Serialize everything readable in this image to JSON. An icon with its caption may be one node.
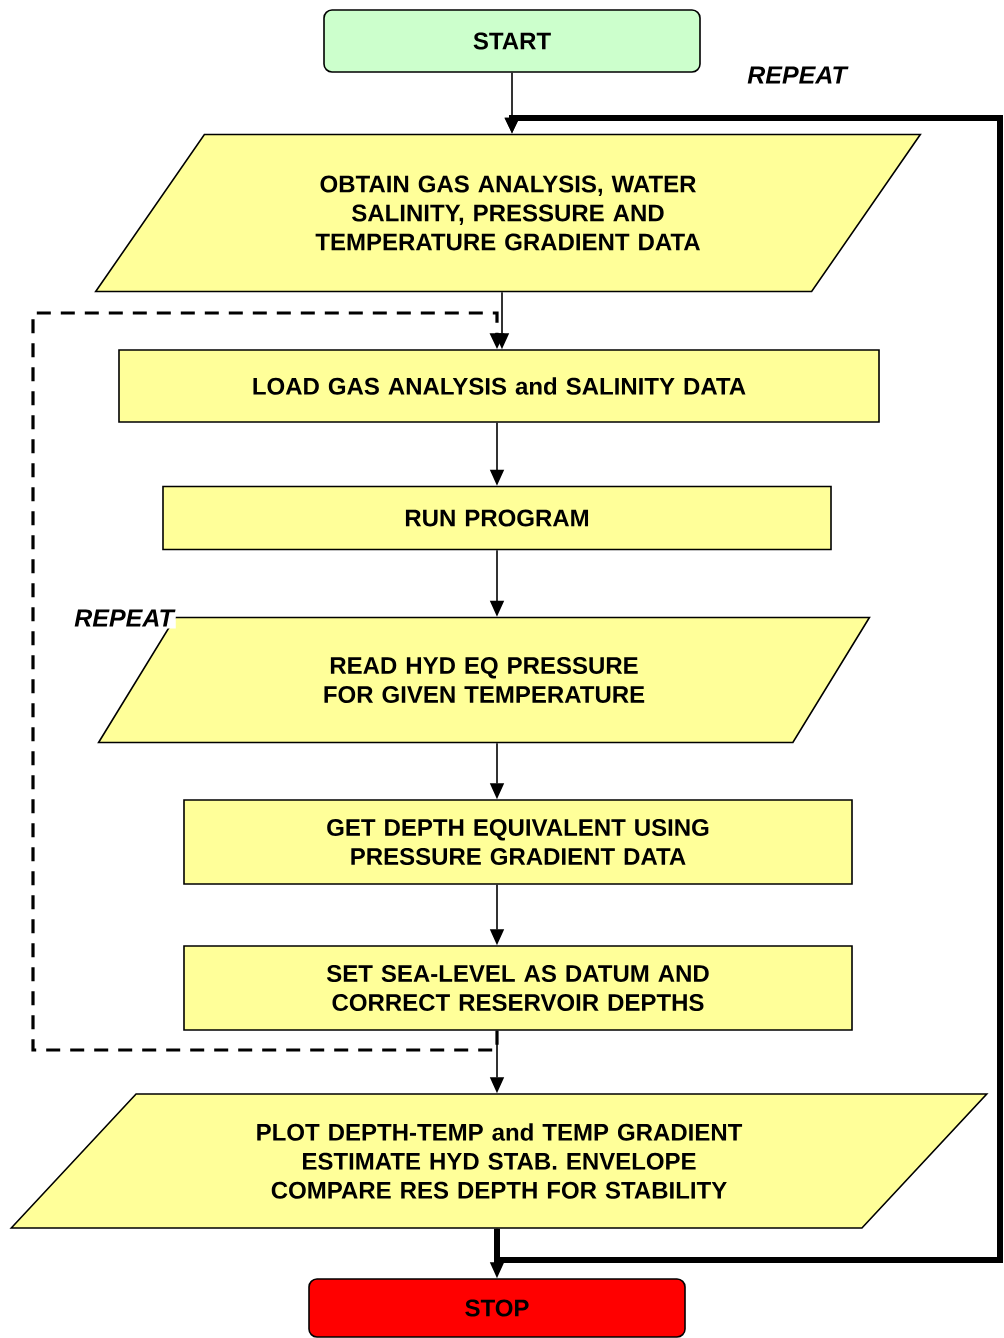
{
  "diagram": {
    "nodes": [
      {
        "text": [
          "START"
        ]
      },
      {
        "text": [
          "OBTAIN GAS ANALYSIS, WATER SALINITY, PRESSURE AND TEMPERATURE GRADIENT DATA"
        ]
      },
      {
        "text": [
          "LOAD GAS ANALYSIS and SALINITY DATA"
        ]
      },
      {
        "text": [
          "RUN PROGRAM"
        ]
      },
      {
        "text": [
          "READ HYD EQ PRESSURE FOR GIVEN TEMPERATURE"
        ]
      },
      {
        "text": [
          "GET DEPTH EQUIVALENT USING PRESSURE GRADIENT DATA"
        ]
      },
      {
        "text": [
          "SET SEA-LEVEL AS DATUM AND CORRECT RESERVOIR DEPTHS"
        ]
      },
      {
        "text": [
          "PLOT DEPTH-TEMP and TEMP GRADIENT ESTIMATE HYD STAB. ENVELOPE COMPARE RES DEPTH FOR STABILITY"
        ]
      },
      {
        "text": [
          "STOP"
        ]
      }
    ],
    "edges": [
      {
        "from": 0,
        "to": 1,
        "arrow": "to"
      },
      {
        "from": 1,
        "to": 2,
        "arrow": "to"
      },
      {
        "from": 2,
        "to": 3,
        "arrow": "to"
      },
      {
        "from": 3,
        "to": 4,
        "arrow": "to"
      },
      {
        "from": 4,
        "to": 5,
        "arrow": "to"
      },
      {
        "from": 5,
        "to": 6,
        "arrow": "to"
      },
      {
        "from": 6,
        "to": 7,
        "arrow": "to"
      },
      {
        "from": 7,
        "to": 8,
        "arrow": "to"
      },
      {
        "from": 6,
        "to": 2,
        "arrow": "to",
        "style": "dashed",
        "label": "REPEAT"
      },
      {
        "from": 7,
        "to": 1,
        "arrow": "to",
        "style": "thick",
        "label": "REPEAT"
      }
    ]
  }
}
